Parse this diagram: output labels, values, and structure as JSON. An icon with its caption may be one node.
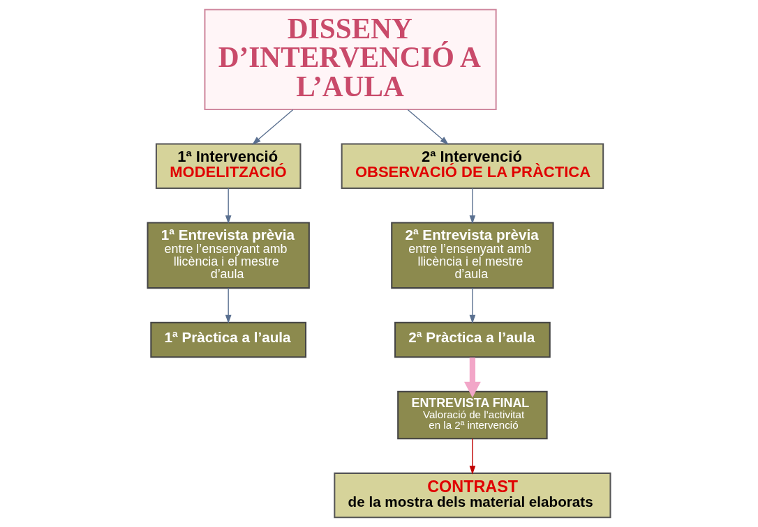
{
  "diagram": {
    "nodes": [
      {
        "text": [
          "DISSENY D’INTERVENCIÓ A L’AULA"
        ]
      },
      {
        "text": [
          "1ª Intervenció",
          "MODELITZACIÓ"
        ]
      },
      {
        "text": [
          "1ª Entrevista prèvia",
          "entre l’ensenyant amb llicència i el mestre d’aula"
        ]
      },
      {
        "text": [
          "1ª Pràctica a l’aula"
        ]
      },
      {
        "text": [
          "2ª Intervenció",
          "OBSERVACIÓ DE LA PRÀCTICA"
        ]
      },
      {
        "text": [
          "2ª Entrevista prèvia",
          "entre l’ensenyant amb llicència i el mestre d’aula"
        ]
      },
      {
        "text": [
          "2ª Pràctica a l’aula"
        ]
      },
      {
        "text": [
          "ENTREVISTA FINAL",
          "Valoració de l’activitat en la 2ª intervenció"
        ]
      },
      {
        "text": [
          "CONTRAST",
          "de la mostra dels material elaborats"
        ]
      }
    ],
    "edges": [
      {
        "from": 0,
        "to": 1,
        "arrow": "to"
      },
      {
        "from": 0,
        "to": 4,
        "arrow": "to"
      },
      {
        "from": 1,
        "to": 2,
        "arrow": "to"
      },
      {
        "from": 2,
        "to": 3,
        "arrow": "to"
      },
      {
        "from": 4,
        "to": 5,
        "arrow": "to"
      },
      {
        "from": 5,
        "to": 6,
        "arrow": "to"
      },
      {
        "from": 6,
        "to": 7,
        "arrow": "to",
        "style": "thick",
        "color": "#f2a6c8"
      },
      {
        "from": 7,
        "to": 8,
        "arrow": "to",
        "color": "#c00000"
      }
    ]
  }
}
